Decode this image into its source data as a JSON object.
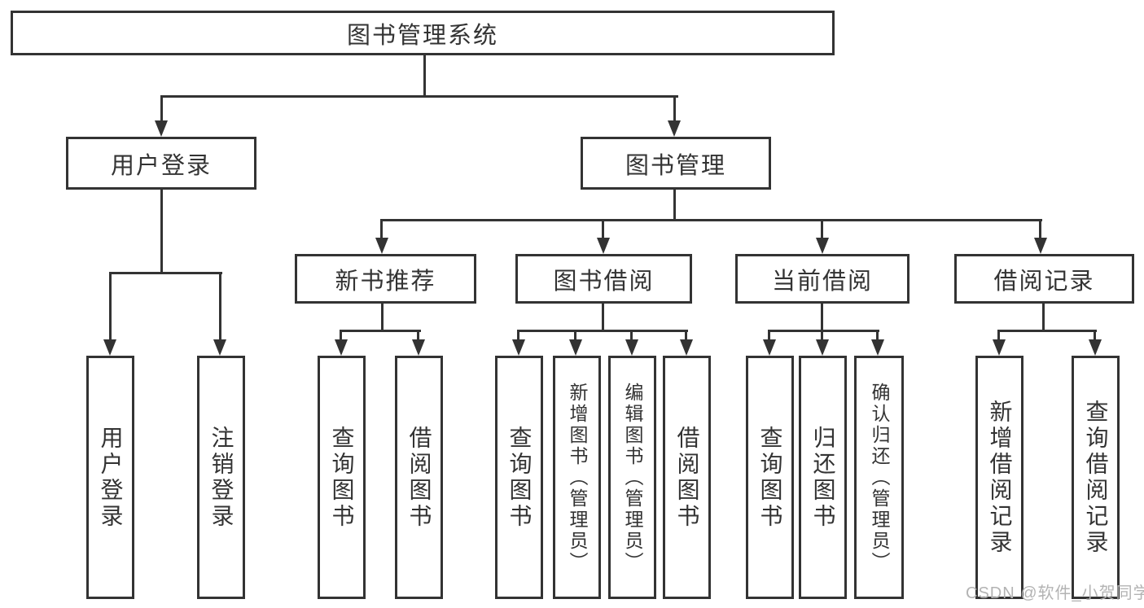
{
  "diagram_title": "图书管理系统",
  "tree": {
    "label": "图书管理系统",
    "children": [
      {
        "label": "用户登录",
        "children": [
          {
            "label": "用户登录"
          },
          {
            "label": "注销登录"
          }
        ]
      },
      {
        "label": "图书管理",
        "children": [
          {
            "label": "新书推荐",
            "children": [
              {
                "label": "查询图书"
              },
              {
                "label": "借阅图书"
              }
            ]
          },
          {
            "label": "图书借阅",
            "children": [
              {
                "label": "查询图书"
              },
              {
                "label": "新增图书（管理员）"
              },
              {
                "label": "编辑图书（管理员）"
              },
              {
                "label": "借阅图书"
              }
            ]
          },
          {
            "label": "当前借阅",
            "children": [
              {
                "label": "查询图书"
              },
              {
                "label": "归还图书"
              },
              {
                "label": "确认归还（管理员）"
              }
            ]
          },
          {
            "label": "借阅记录",
            "children": [
              {
                "label": "新增借阅记录"
              },
              {
                "label": "查询借阅记录"
              }
            ]
          }
        ]
      }
    ]
  },
  "watermark": {
    "text": "CSDN @软件_小贺同学"
  },
  "colors": {
    "line": "#333333",
    "box_border": "#333333",
    "text": "#333333",
    "watermark": "#b3b3b3",
    "background": "#ffffff"
  }
}
